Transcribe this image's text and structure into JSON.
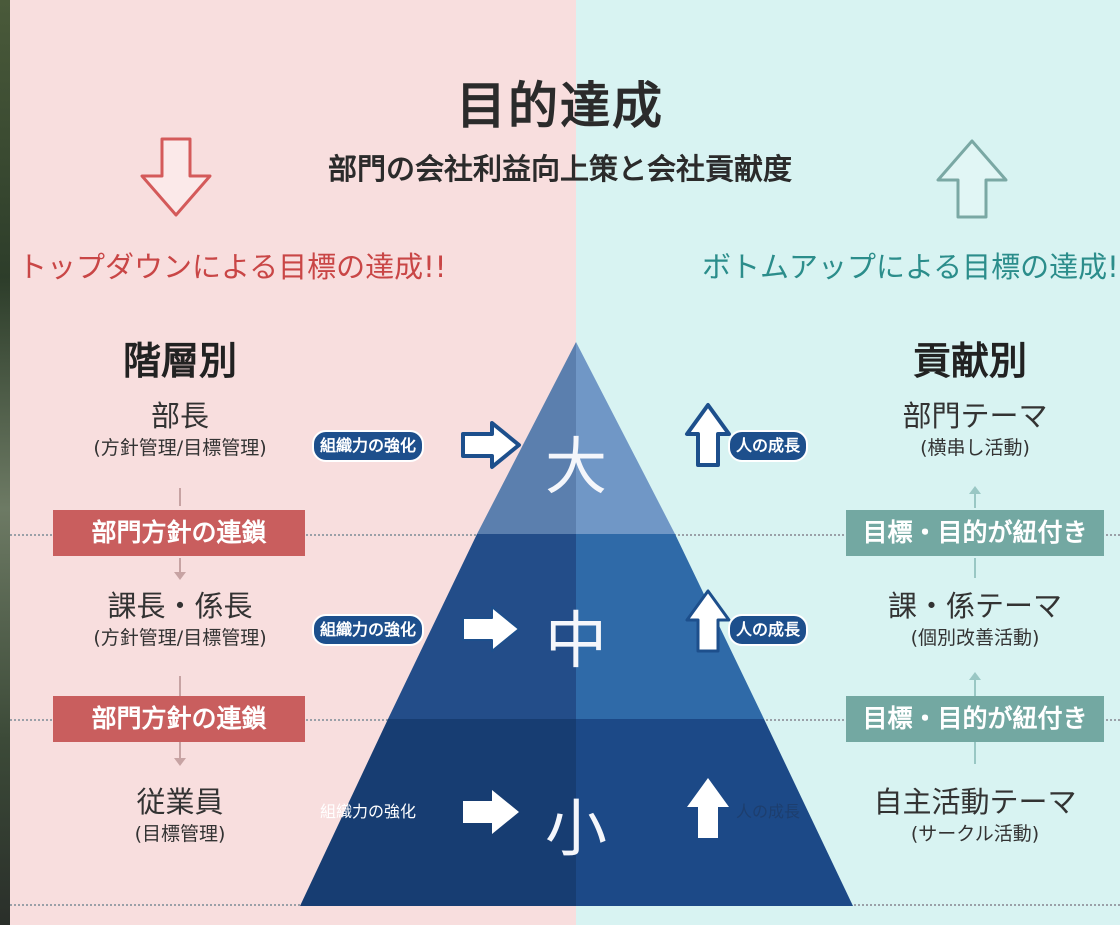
{
  "title": "目的達成",
  "subtitle": "部門の会社利益向上策と会社貢献度",
  "left": {
    "heading": "トップダウンによる目標の達成!!",
    "column_title": "階層別",
    "roles": [
      {
        "main": "部長",
        "sub": "(方針管理/目標管理)"
      },
      {
        "main": "課長・係長",
        "sub": "(方針管理/目標管理)"
      },
      {
        "main": "従業員",
        "sub": "(目標管理)"
      }
    ],
    "chain_label": "部門方針の連鎖",
    "arrow_color": "#d45a5a"
  },
  "right": {
    "heading": "ボトムアップによる目標の達成!!",
    "column_title": "貢献別",
    "themes": [
      {
        "main": "部門テーマ",
        "sub": "(横串し活動)"
      },
      {
        "main": "課・係テーマ",
        "sub": "(個別改善活動)"
      },
      {
        "main": "自主活動テーマ",
        "sub": "(サークル活動)"
      }
    ],
    "link_label": "目標・目的が紐付き",
    "arrow_color": "#7aa8a4"
  },
  "pyramid": {
    "levels": [
      "大",
      "中",
      "小"
    ],
    "strength_label": "組織力の強化",
    "growth_label": "人の成長",
    "colors": {
      "top_left": "#5b7fae",
      "top_right": "#6f97c8",
      "mid_left": "#244f8c",
      "mid_right": "#2f6cab",
      "bot_left": "#163c72",
      "bot_right": "#1c4a8a"
    }
  }
}
